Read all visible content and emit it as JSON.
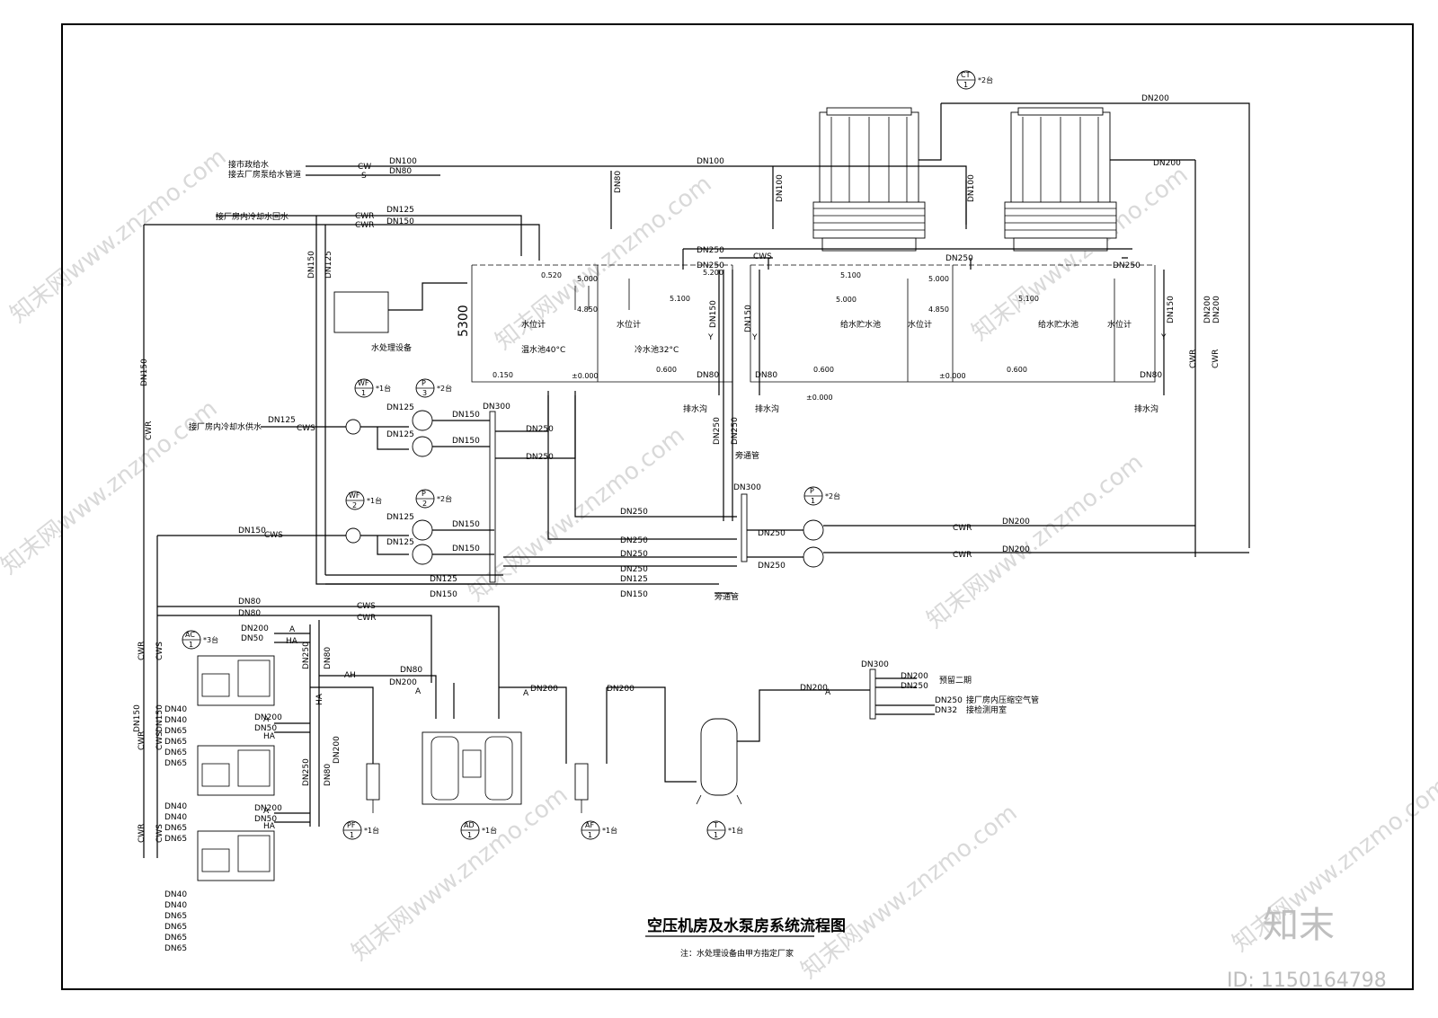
{
  "title": "空压机房及水泵房系统流程图",
  "note": "注：水处理设备由甲方指定厂家",
  "watermark": {
    "text": "知末网www.znzmo.com",
    "logo": "知末",
    "id": "ID: 1150164798"
  },
  "equipment_tags": {
    "ct": {
      "code": "CT",
      "num": "1",
      "qty": "*2台"
    },
    "wf1": {
      "code": "WF",
      "num": "1",
      "qty": "*1台"
    },
    "p3": {
      "code": "P",
      "num": "3",
      "qty": "*2台"
    },
    "wf2": {
      "code": "WF",
      "num": "2",
      "qty": "*1台"
    },
    "p2": {
      "code": "P",
      "num": "2",
      "qty": "*2台"
    },
    "p1": {
      "code": "P",
      "num": "1",
      "qty": "*2台"
    },
    "ac": {
      "code": "AC",
      "num": "1",
      "qty": "*3台"
    },
    "pf": {
      "code": "PF",
      "num": "1",
      "qty": "*1台"
    },
    "ad": {
      "code": "AD",
      "num": "1",
      "qty": "*1台"
    },
    "af": {
      "code": "AF",
      "num": "1",
      "qty": "*1台"
    },
    "t": {
      "code": "T",
      "num": "1",
      "qty": "*1台"
    }
  },
  "inlets": {
    "municipal": "接市政给水",
    "factory_supply": "接去厂房泵给水管道",
    "cw_return": "接厂房内冷却水回水",
    "cw_supply": "接厂房内冷却水供水"
  },
  "codes": {
    "cw": "CW",
    "s": "S",
    "cwr": "CWR",
    "cws": "CWS",
    "y": "Y",
    "a": "A",
    "ha": "HA",
    "ah": "AH"
  },
  "sizes": {
    "dn32": "DN32",
    "dn40": "DN40",
    "dn50": "DN50",
    "dn65": "DN65",
    "dn80": "DN80",
    "dn100": "DN100",
    "dn125": "DN125",
    "dn150": "DN150",
    "dn200": "DN200",
    "dn250": "DN250",
    "dn300": "DN300"
  },
  "pool_labels": {
    "treatment": "水处理设备",
    "hot_pool": "温水池40°C",
    "cold_pool": "冷水池32°C",
    "storage1": "给水贮水池",
    "storage2": "给水贮水池",
    "level": "水位计",
    "drain": "排水沟",
    "bypass": "旁通管"
  },
  "elevations": {
    "e5300": "5300",
    "e0520": "0.520",
    "e5000": "5.000",
    "e4850": "4.850",
    "e5100": "5.100",
    "e5200": "5.200",
    "e0150": "0.150",
    "e0000": "±0.000",
    "e0600": "0.600"
  },
  "compressed_air": {
    "header": "DN300",
    "out1": "DN200",
    "out2": "DN250",
    "reserve": "预留二期",
    "plant": "接厂房内压缩空气管",
    "lab": "接检测用室",
    "dn250": "DN250",
    "dn32": "DN32"
  }
}
